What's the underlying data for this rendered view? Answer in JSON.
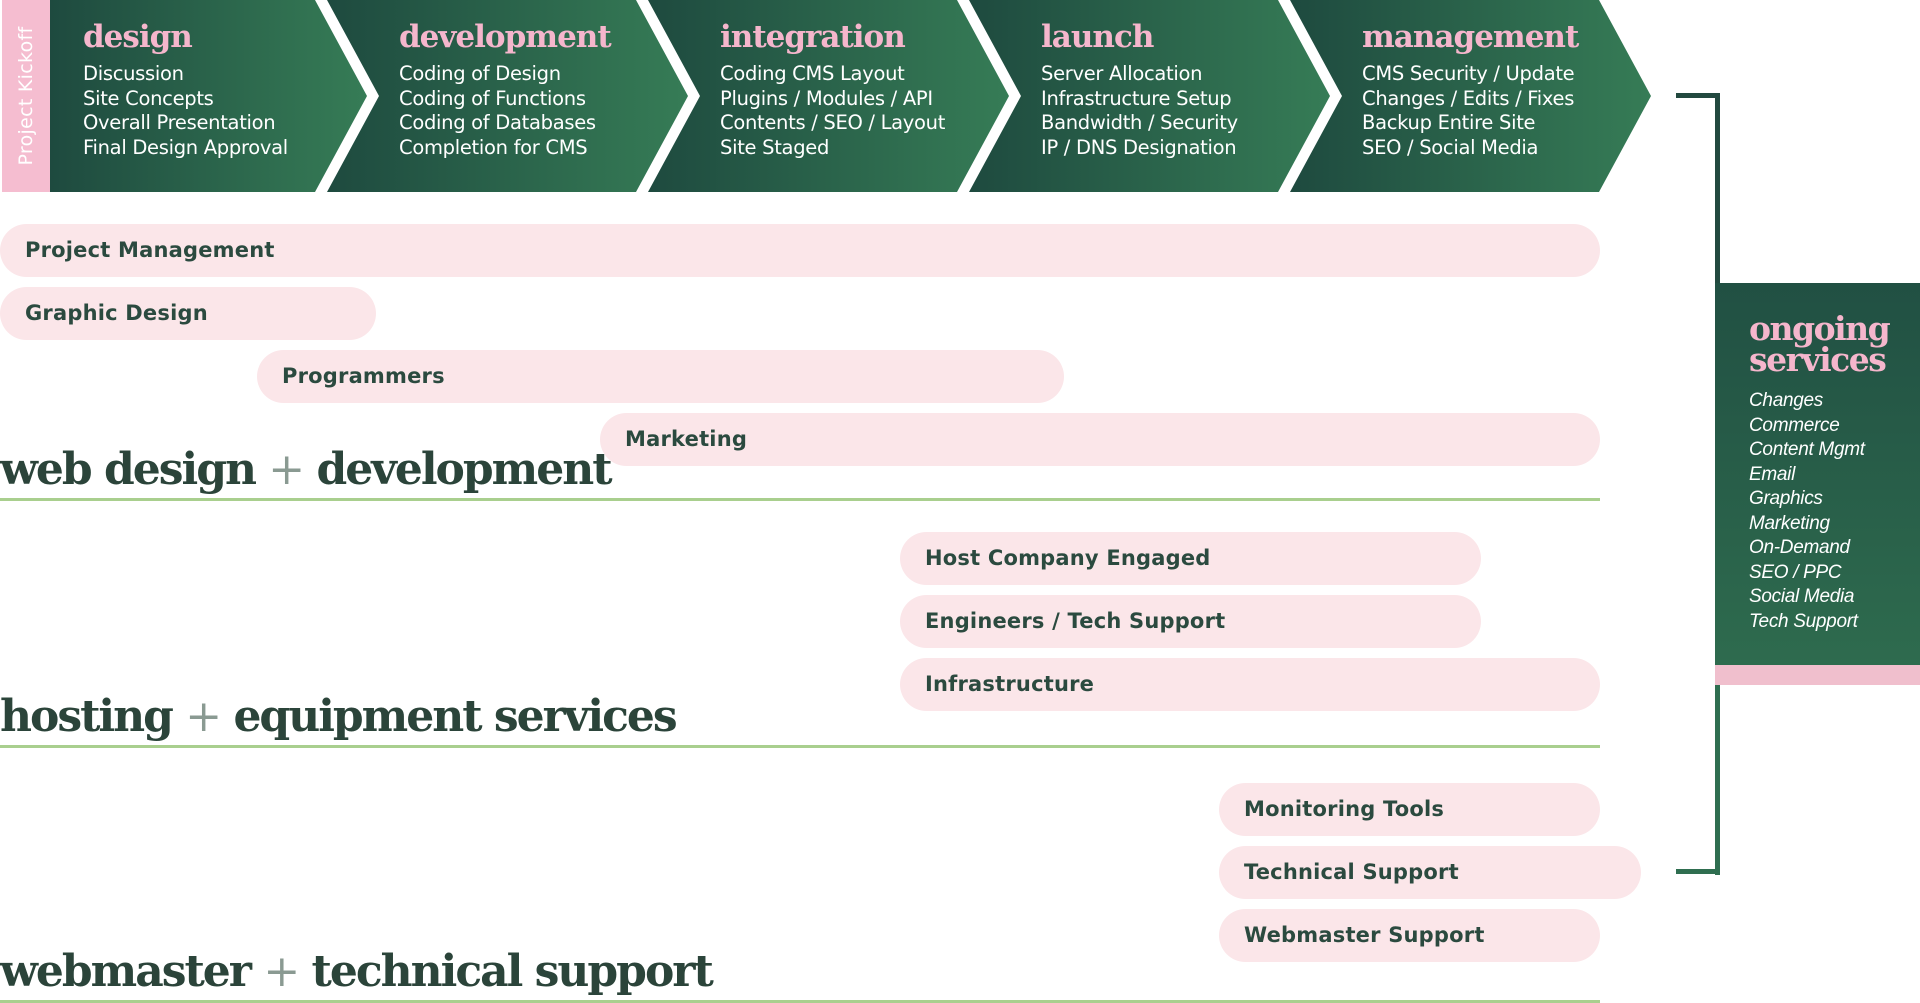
{
  "kickoff_label": "Project Kickoff",
  "colors": {
    "chevron_dark": "#1e4a3f",
    "chevron_light": "#357b55",
    "accent_pink": "#f5b6cc",
    "bar_pink": "#fbe6e9",
    "text_dark": "#2b443a",
    "rule_green": "#a9cf8e"
  },
  "phases": [
    {
      "title": "design",
      "items": [
        "Discussion",
        "Site Concepts",
        "Overall Presentation",
        "Final Design Approval"
      ]
    },
    {
      "title": "development",
      "items": [
        "Coding of Design",
        "Coding of Functions",
        "Coding of Databases",
        "Completion for CMS"
      ]
    },
    {
      "title": "integration",
      "items": [
        "Coding CMS Layout",
        "Plugins / Modules / API",
        "Contents / SEO / Layout",
        "Site Staged"
      ]
    },
    {
      "title": "launch",
      "items": [
        "Server Allocation",
        "Infrastructure Setup",
        "Bandwidth / Security",
        "IP / DNS Designation"
      ]
    },
    {
      "title": "management",
      "items": [
        "CMS Security / Update",
        "Changes / Edits / Fixes",
        "Backup Entire Site",
        "SEO / Social Media"
      ]
    }
  ],
  "sections": [
    {
      "title_a": "web design",
      "plus": "+",
      "title_b": "development",
      "bars": [
        "Project Management",
        "Graphic Design",
        "Programmers",
        "Marketing"
      ]
    },
    {
      "title_a": "hosting",
      "plus": "+",
      "title_b": "equipment services",
      "bars": [
        "Host Company Engaged",
        "Engineers / Tech Support",
        "Infrastructure"
      ]
    },
    {
      "title_a": "webmaster",
      "plus": "+",
      "title_b": "technical support",
      "bars": [
        "Monitoring Tools",
        "Technical Support",
        "Webmaster Support"
      ]
    }
  ],
  "ongoing": {
    "title_line1": "ongoing",
    "title_line2": "services",
    "items": [
      "Changes",
      "Commerce",
      "Content Mgmt",
      "Email",
      "Graphics",
      "Marketing",
      "On-Demand",
      "SEO / PPC",
      "Social Media",
      "Tech Support"
    ]
  }
}
